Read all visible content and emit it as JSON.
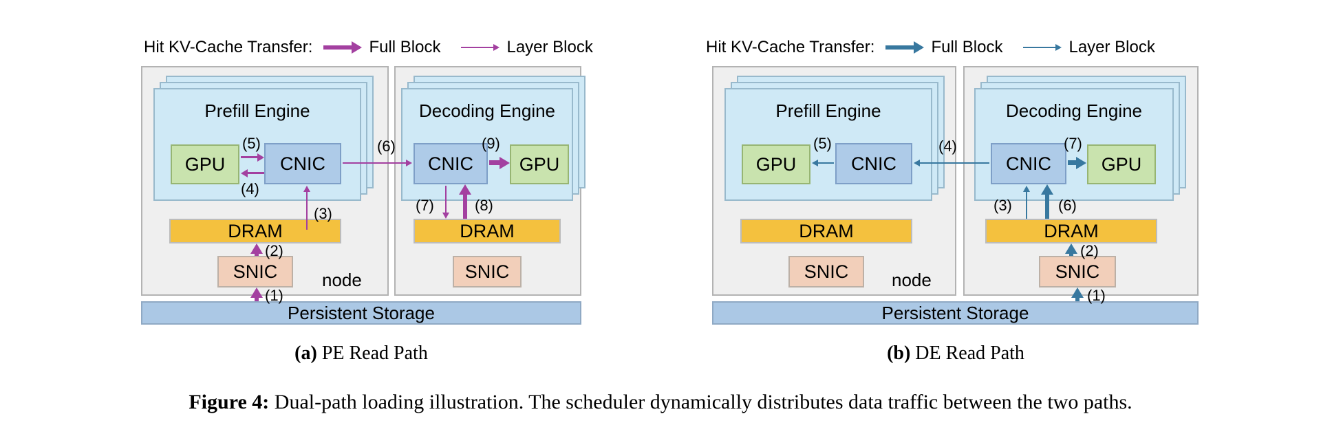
{
  "figure_caption": {
    "label": "Figure 4:",
    "text": "Dual-path loading illustration. The scheduler dynamically distributes data traffic between the two paths."
  },
  "colors": {
    "panel_a_arrow": "#a340a0",
    "panel_b_arrow": "#38789f"
  },
  "panels": {
    "a": {
      "legend_title": "Hit KV-Cache Transfer:",
      "legend_full_label": "Full Block",
      "legend_layer_label": "Layer Block",
      "prefill_engine_title": "Prefill Engine",
      "decoding_engine_title": "Decoding Engine",
      "gpu_label": "GPU",
      "cnic_label": "CNIC",
      "dram_label": "DRAM",
      "snic_label": "SNIC",
      "node_label": "node",
      "storage_label": "Persistent Storage",
      "caption_marker": "(a)",
      "caption_text": "PE Read Path",
      "steps": [
        "(1)",
        "(2)",
        "(3)",
        "(4)",
        "(5)",
        "(6)",
        "(7)",
        "(8)",
        "(9)"
      ]
    },
    "b": {
      "legend_title": "Hit KV-Cache Transfer:",
      "legend_full_label": "Full Block",
      "legend_layer_label": "Layer Block",
      "prefill_engine_title": "Prefill Engine",
      "decoding_engine_title": "Decoding Engine",
      "gpu_label": "GPU",
      "cnic_label": "CNIC",
      "dram_label": "DRAM",
      "snic_label": "SNIC",
      "node_label": "node",
      "storage_label": "Persistent Storage",
      "caption_marker": "(b)",
      "caption_text": "DE Read Path",
      "steps": [
        "(1)",
        "(2)",
        "(3)",
        "(4)",
        "(5)",
        "(6)",
        "(7)"
      ]
    }
  }
}
